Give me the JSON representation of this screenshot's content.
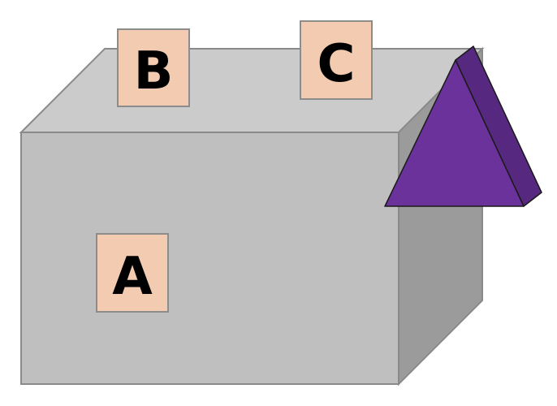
{
  "colors": {
    "box_front": "#bfbfbf",
    "box_top": "#cbcbcb",
    "box_side": "#9b9b9b",
    "box_edge": "#8a8a8a",
    "label_fill": "#f2cbb0",
    "label_edge": "#8c8c8c",
    "prism_front": "#6a329a",
    "prism_side": "#56287f",
    "prism_edge": "#1a1a1a"
  },
  "labels": {
    "a": "A",
    "b": "B",
    "c": "C"
  },
  "shapes": {
    "box": "gray-box",
    "prism": "purple-triangular-prism"
  }
}
